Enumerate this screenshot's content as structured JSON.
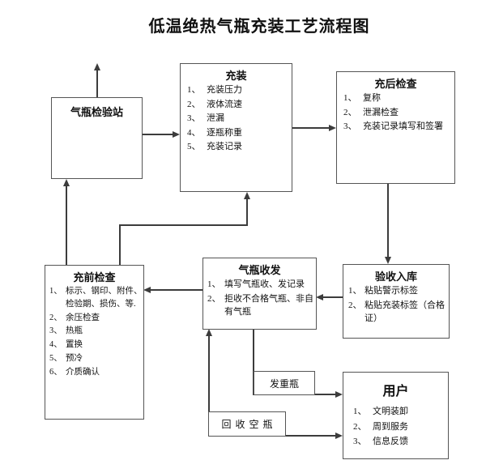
{
  "title": "低温绝热气瓶充装工艺流程图",
  "colors": {
    "line": "#3c3c3c",
    "border": "#555555",
    "background": "#ffffff",
    "text": "#111111"
  },
  "boxes": {
    "inspection_station": {
      "title": "气瓶检验站"
    },
    "filling": {
      "title": "充装",
      "items": [
        {
          "n": "1、",
          "t": "充装压力"
        },
        {
          "n": "2、",
          "t": "液体流速"
        },
        {
          "n": "3、",
          "t": "泄漏"
        },
        {
          "n": "4、",
          "t": "逐瓶称重"
        },
        {
          "n": "5、",
          "t": "充装记录"
        }
      ]
    },
    "post_fill_check": {
      "title": "充后检查",
      "items": [
        {
          "n": "1、",
          "t": "复称"
        },
        {
          "n": "2、",
          "t": "泄漏检查"
        },
        {
          "n": "3、",
          "t": "充装记录填写和签署"
        }
      ]
    },
    "pre_fill_check": {
      "title": "充前检查",
      "items": [
        {
          "n": "1、",
          "t": "标示、钢印、附件、\n检验期、损伤、等."
        },
        {
          "n": "2、",
          "t": "余压检查"
        },
        {
          "n": "3、",
          "t": "热瓶"
        },
        {
          "n": "4、",
          "t": "置换"
        },
        {
          "n": "5、",
          "t": "预冷"
        },
        {
          "n": "6、",
          "t": "介质确认"
        }
      ]
    },
    "cylinder_receipt_dispatch": {
      "title": "气瓶收发",
      "items": [
        {
          "n": "1、",
          "t": "填写气瓶收、发记录"
        },
        {
          "n": "2、",
          "t": "拒收不合格气瓶、非自\n有气瓶"
        }
      ]
    },
    "acceptance_storage": {
      "title": "验收入库",
      "items": [
        {
          "n": "1、",
          "t": "粘贴警示标签"
        },
        {
          "n": "2、",
          "t": "粘贴充装标签（合格\n证）"
        }
      ]
    },
    "user": {
      "title": "用户",
      "items": [
        {
          "n": "1、",
          "t": "文明装卸"
        },
        {
          "n": "2、",
          "t": "周到服务"
        },
        {
          "n": "3、",
          "t": "信息反馈"
        }
      ]
    },
    "dispatch_full_cylinders": {
      "label": "发重瓶"
    },
    "recover_empty_cylinders": {
      "label": "回收空瓶"
    }
  }
}
